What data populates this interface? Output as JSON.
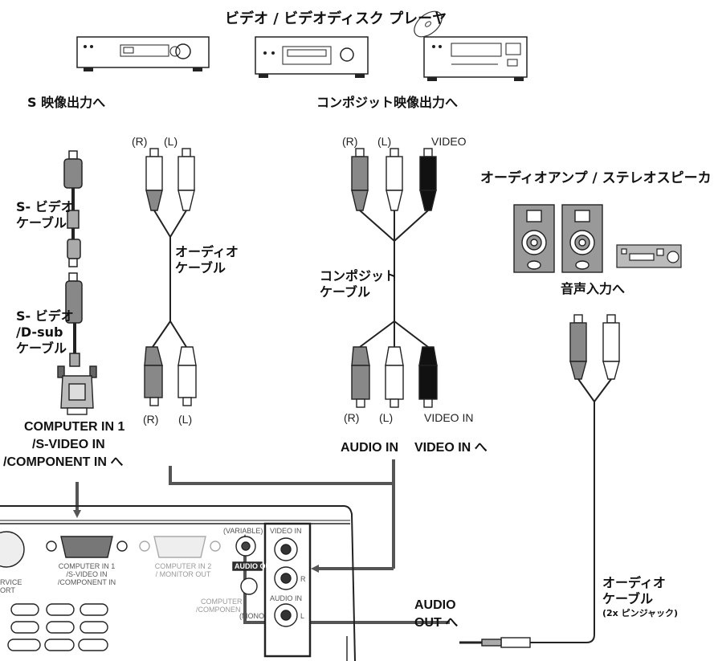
{
  "header": {
    "title": "ビデオ / ビデオディスク プレーヤ",
    "s_video_output": "S 映像出力へ",
    "composite_output": "コンポジット映像出力へ"
  },
  "cables": {
    "s_video_cable": [
      "S- ビデオ",
      "ケーブル"
    ],
    "s_video_dsub_cable": [
      "S- ビデオ",
      "/D-sub",
      "ケーブル"
    ],
    "audio_cable_1": [
      "オーディオ",
      "ケーブル"
    ],
    "composite_cable": [
      "コンポジット",
      "ケーブル"
    ],
    "audio_cable_2": [
      "オーディオ",
      "ケーブル",
      "(2x ピンジャック)"
    ]
  },
  "plug_labels": {
    "r": "(R)",
    "l": "(L)",
    "video": "VIDEO",
    "video_in": "VIDEO IN"
  },
  "amp": {
    "title": "オーディオアンプ / ステレオスピーカ",
    "audio_input": "音声入力へ"
  },
  "connections": {
    "computer_in": [
      "COMPUTER IN 1",
      "/S-VIDEO IN",
      "/COMPONENT IN へ"
    ],
    "audio_in": "AUDIO IN",
    "video_in": "VIDEO IN へ",
    "audio_out": [
      "AUDIO",
      "OUT へ"
    ]
  },
  "panel": {
    "service_port": [
      "RVICE",
      "ORT"
    ],
    "computer_in_1": [
      "COMPUTER IN 1",
      "/S-VIDEO IN",
      "/COMPONENT IN"
    ],
    "computer_in_2": [
      "COMPUTER IN 2",
      "/ MONITOR OUT"
    ],
    "variable": "(VARIABLE)",
    "audio_out_tag": "AUDIO OUT",
    "video_in": "VIDEO IN",
    "audio_in": "AUDIO IN",
    "r": "R",
    "l": "L",
    "computer_audio": [
      "COMPUTER",
      "/COMPONEN"
    ],
    "mono": "(MONO"
  }
}
